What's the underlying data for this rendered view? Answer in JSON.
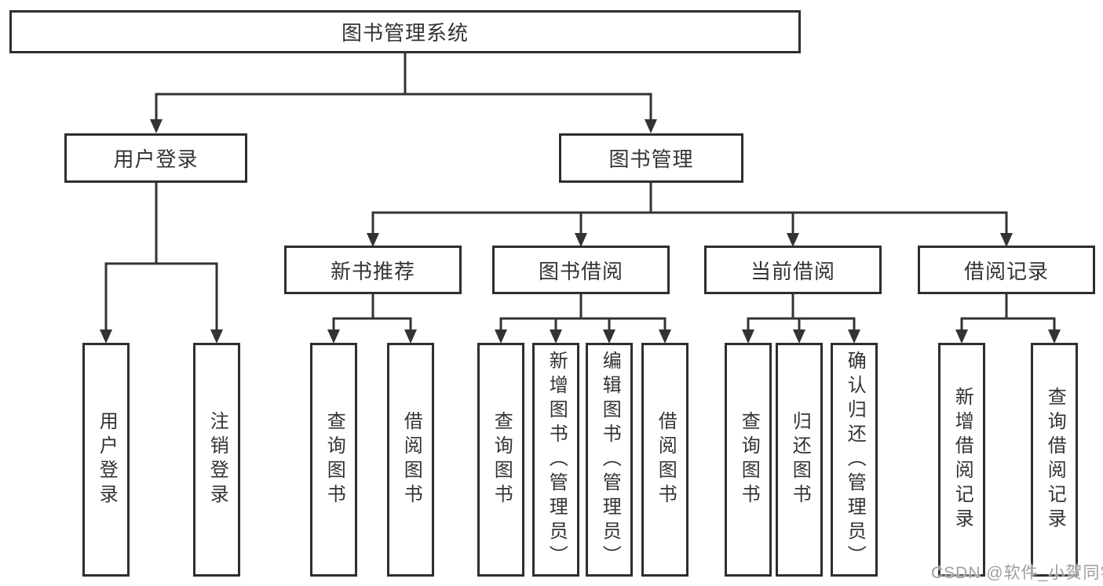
{
  "colors": {
    "background": "#ffffff",
    "line": "#333333",
    "border": "#2e2e2e",
    "text": "#333333",
    "watermark": "#9e9e9e"
  },
  "watermark": {
    "text": "CSDN @软件_小贺同学"
  },
  "tree": {
    "root": {
      "label": "图书管理系统",
      "children": [
        {
          "label": "用户登录",
          "children": [
            {
              "label": "用户登录"
            },
            {
              "label": "注销登录"
            }
          ]
        },
        {
          "label": "图书管理",
          "children": [
            {
              "label": "新书推荐",
              "children": [
                {
                  "label": "查询图书"
                },
                {
                  "label": "借阅图书"
                }
              ]
            },
            {
              "label": "图书借阅",
              "children": [
                {
                  "label": "查询图书"
                },
                {
                  "label": "新增图书（管理员）"
                },
                {
                  "label": "编辑图书（管理员）"
                },
                {
                  "label": "借阅图书"
                }
              ]
            },
            {
              "label": "当前借阅",
              "children": [
                {
                  "label": "查询图书"
                },
                {
                  "label": "归还图书"
                },
                {
                  "label": "确认归还（管理员）"
                }
              ]
            },
            {
              "label": "借阅记录",
              "children": [
                {
                  "label": "新增借阅记录"
                },
                {
                  "label": "查询借阅记录"
                }
              ]
            }
          ]
        }
      ]
    }
  }
}
